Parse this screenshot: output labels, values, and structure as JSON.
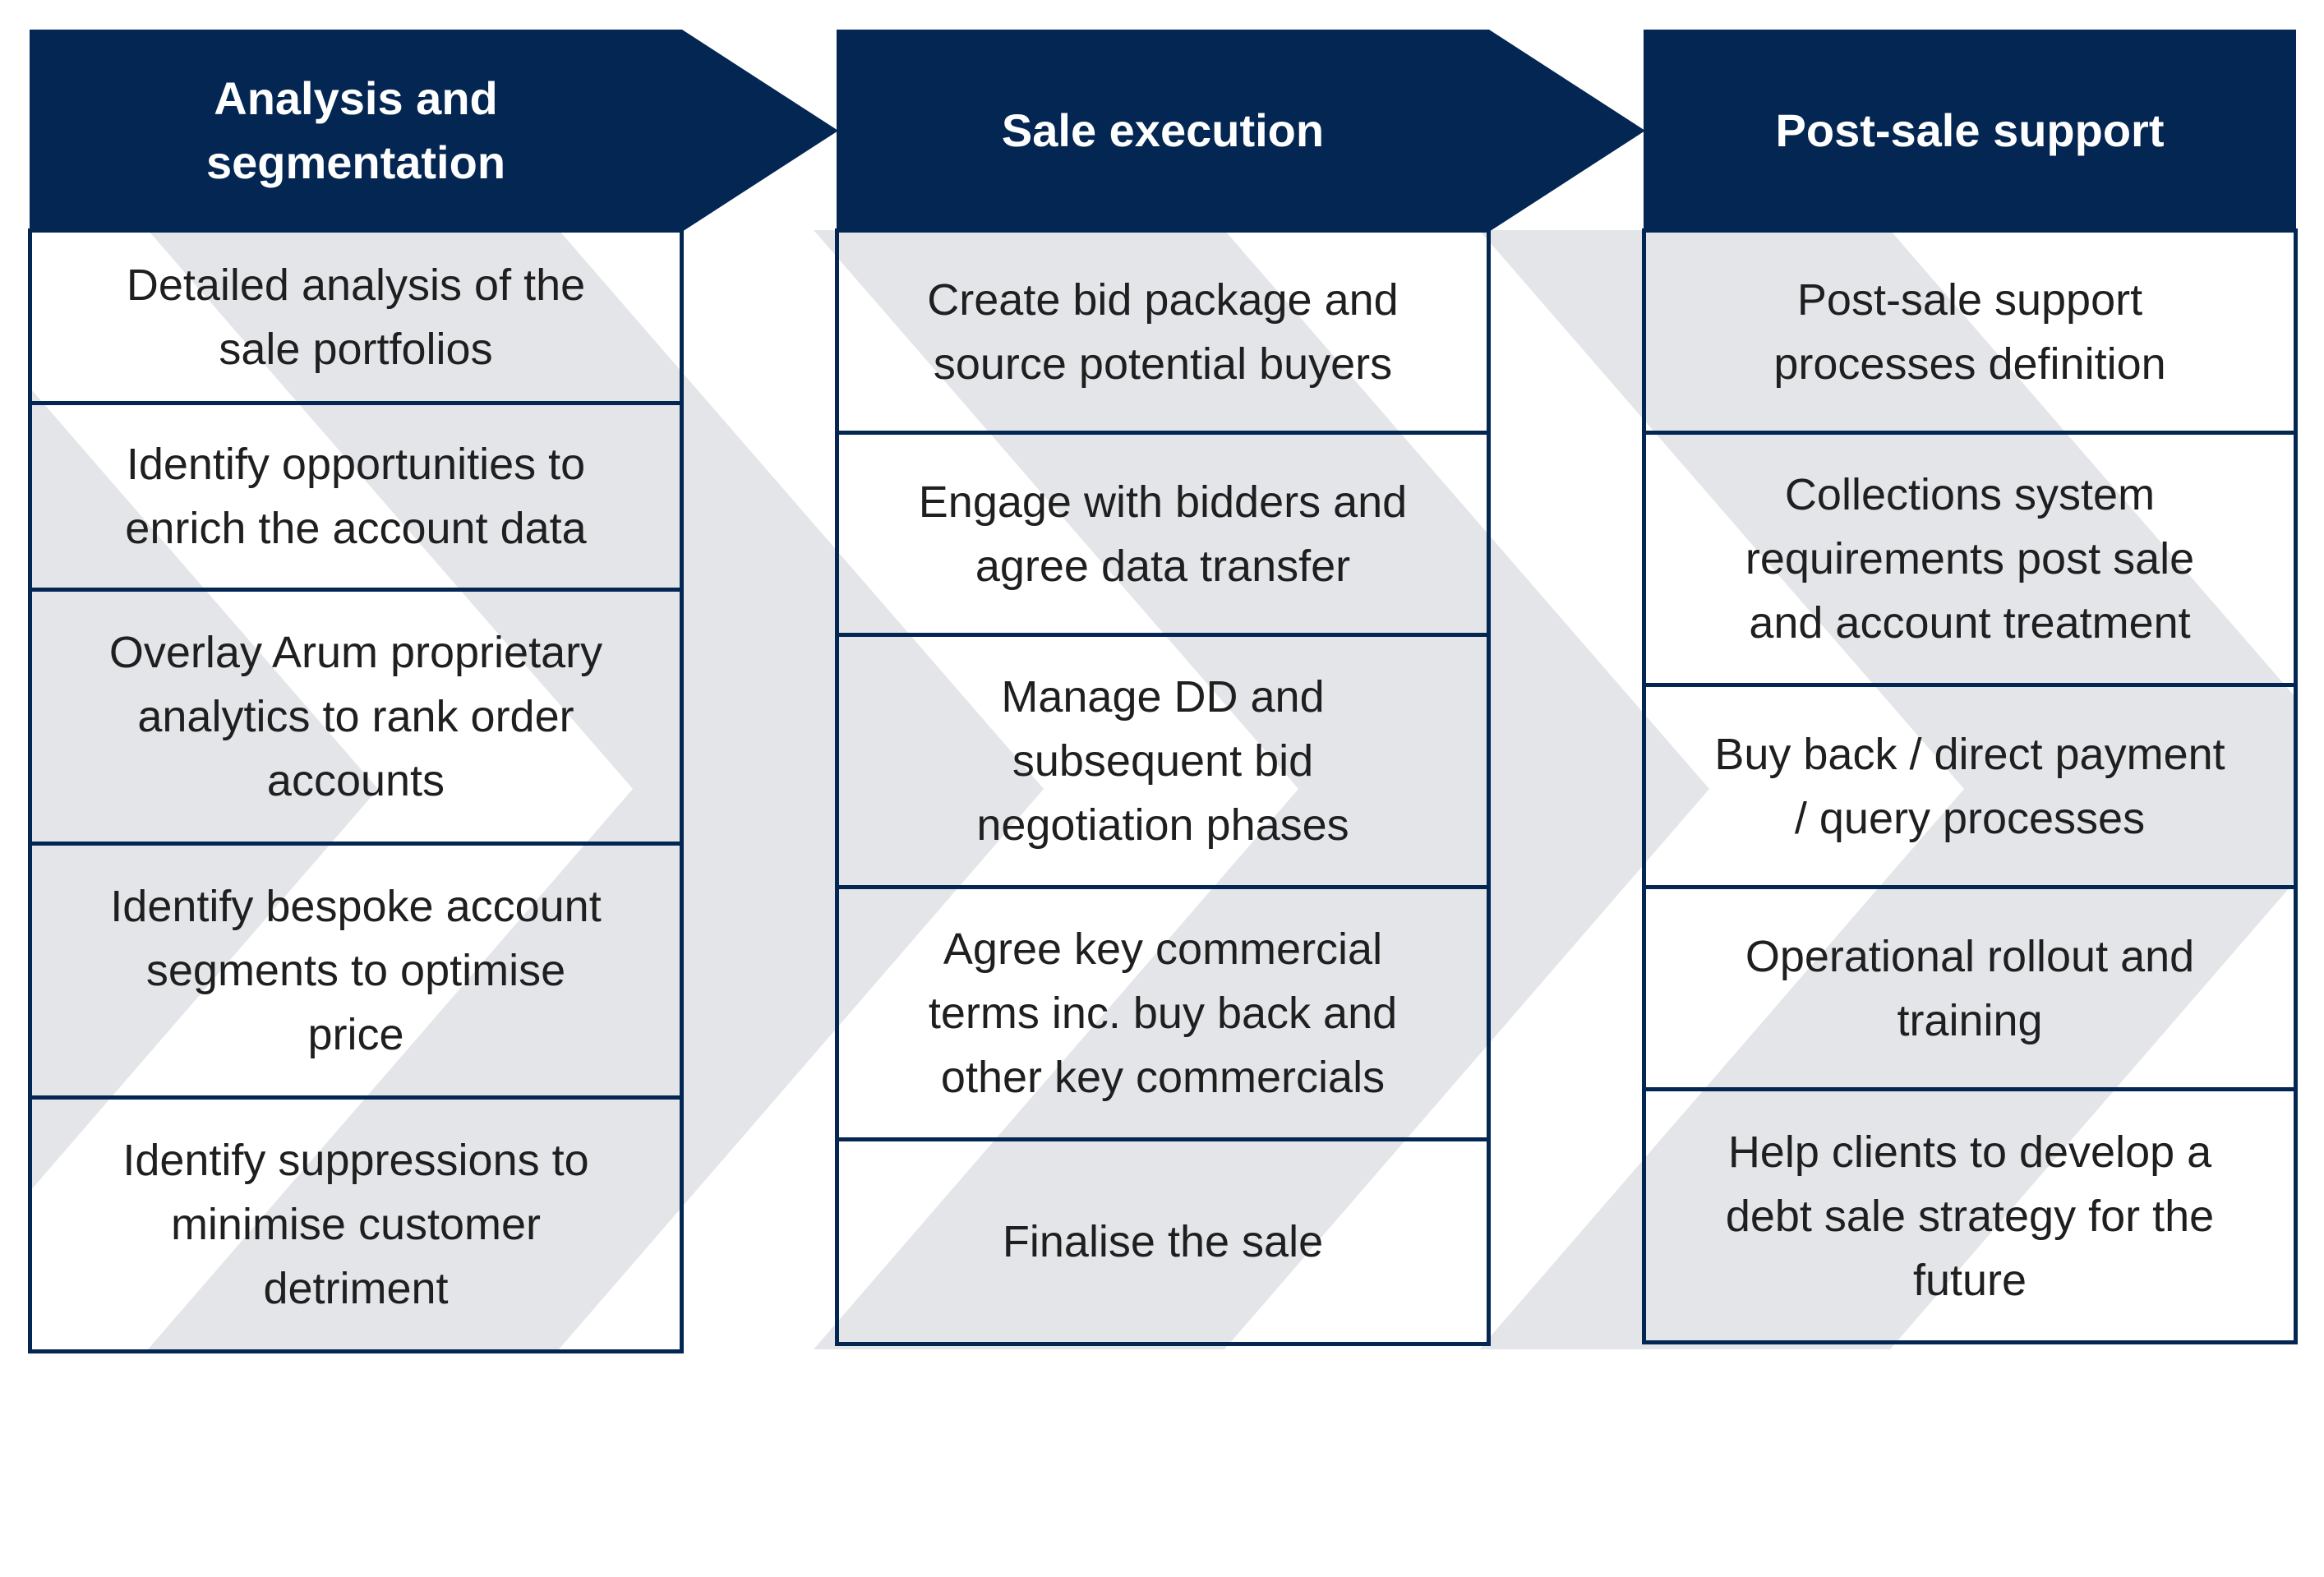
{
  "colors": {
    "header_fill": "#032652",
    "cell_border": "#032652",
    "chevron_band": "#e3e5e9",
    "text": "#1f1f1f"
  },
  "columns": [
    {
      "title": "Analysis and\nsegmentation",
      "items": [
        "Detailed analysis of the\nsale portfolios",
        "Identify opportunities to\nenrich the account data",
        "Overlay Arum proprietary\nanalytics to rank order\naccounts",
        "Identify bespoke account\nsegments to optimise\nprice",
        "Identify suppressions to\nminimise customer\ndetriment"
      ]
    },
    {
      "title": "Sale execution",
      "items": [
        "Create bid package and\nsource potential buyers",
        "Engage with bidders and\nagree data transfer",
        "Manage DD and\nsubsequent bid\nnegotiation phases",
        "Agree key commercial\nterms inc. buy back and\nother key commercials",
        "Finalise the sale"
      ]
    },
    {
      "title": "Post-sale support",
      "items": [
        "Post-sale support\nprocesses definition",
        "Collections system\nrequirements post sale\nand account treatment",
        "Buy back / direct payment\n/ query processes",
        "Operational rollout and\ntraining",
        "Help clients to develop a\ndebt sale strategy for the\nfuture"
      ]
    }
  ]
}
